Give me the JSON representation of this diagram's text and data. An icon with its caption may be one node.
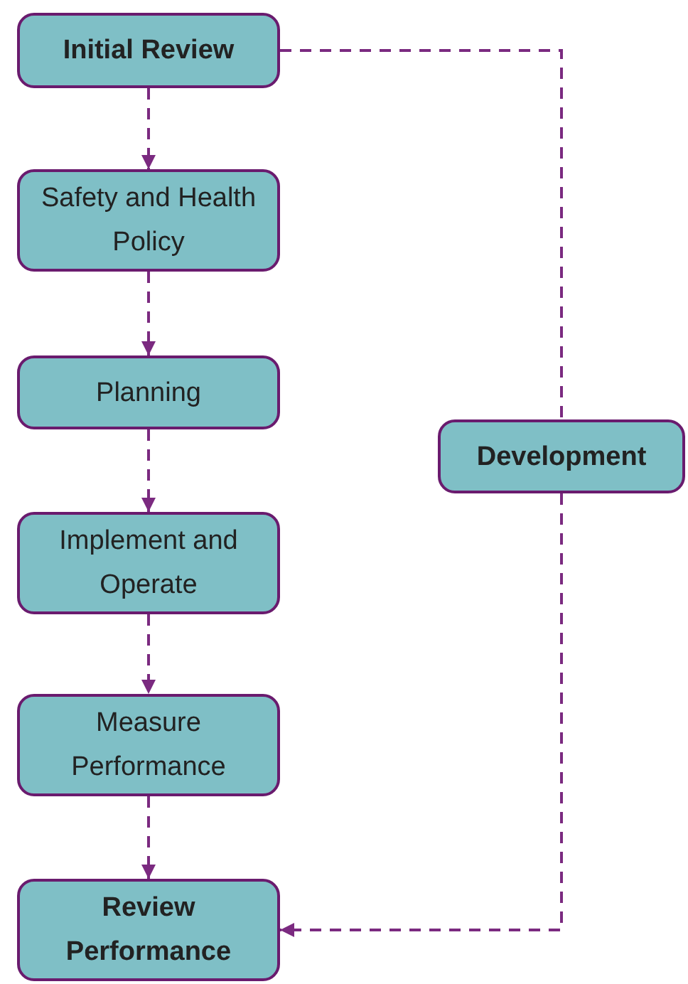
{
  "diagram": {
    "nodes": [
      {
        "text": [
          "Initial Review"
        ]
      },
      {
        "text": [
          "Safety and Health Policy"
        ]
      },
      {
        "text": [
          "Planning"
        ]
      },
      {
        "text": [
          "Implement and Operate"
        ]
      },
      {
        "text": [
          "Measure Performance"
        ]
      },
      {
        "text": [
          "Review Performance"
        ]
      },
      {
        "text": [
          "Development"
        ]
      }
    ],
    "edges": [
      {
        "from": 0,
        "to": 1,
        "arrow": "to",
        "style": "dashed"
      },
      {
        "from": 1,
        "to": 2,
        "arrow": "to",
        "style": "dashed"
      },
      {
        "from": 2,
        "to": 3,
        "arrow": "to",
        "style": "dashed"
      },
      {
        "from": 3,
        "to": 4,
        "arrow": "to",
        "style": "dashed"
      },
      {
        "from": 4,
        "to": 5,
        "arrow": "to",
        "style": "dashed"
      },
      {
        "from": 0,
        "to": 6,
        "arrow": "none",
        "style": "dashed"
      },
      {
        "from": 6,
        "to": 5,
        "arrow": "to",
        "style": "dashed"
      }
    ]
  }
}
